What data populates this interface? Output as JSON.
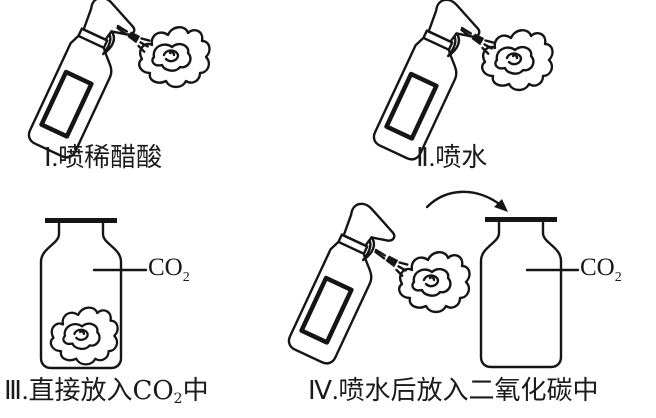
{
  "diagram": {
    "type": "experiment-procedure",
    "subject": "dried purple-litmus flower tests",
    "panels": [
      {
        "id": "I",
        "numeral": "Ⅰ.",
        "caption": "喷稀醋酸",
        "items": [
          "spray-bottle",
          "flower"
        ]
      },
      {
        "id": "II",
        "numeral": "Ⅱ.",
        "caption": "喷水",
        "items": [
          "spray-bottle",
          "flower"
        ]
      },
      {
        "id": "III",
        "numeral": "Ⅲ.",
        "caption_parts": {
          "before": "直接放入CO",
          "sub": "2",
          "after": "中"
        },
        "jar_label": {
          "main": "CO",
          "sub": "2"
        },
        "items": [
          "gas-jar",
          "flower-inside-jar"
        ]
      },
      {
        "id": "IV",
        "numeral": "Ⅳ.",
        "caption": "喷水后放入二氧化碳中",
        "jar_label": {
          "main": "CO",
          "sub": "2"
        },
        "items": [
          "spray-bottle",
          "flower",
          "curved-arrow",
          "gas-jar"
        ]
      }
    ]
  }
}
